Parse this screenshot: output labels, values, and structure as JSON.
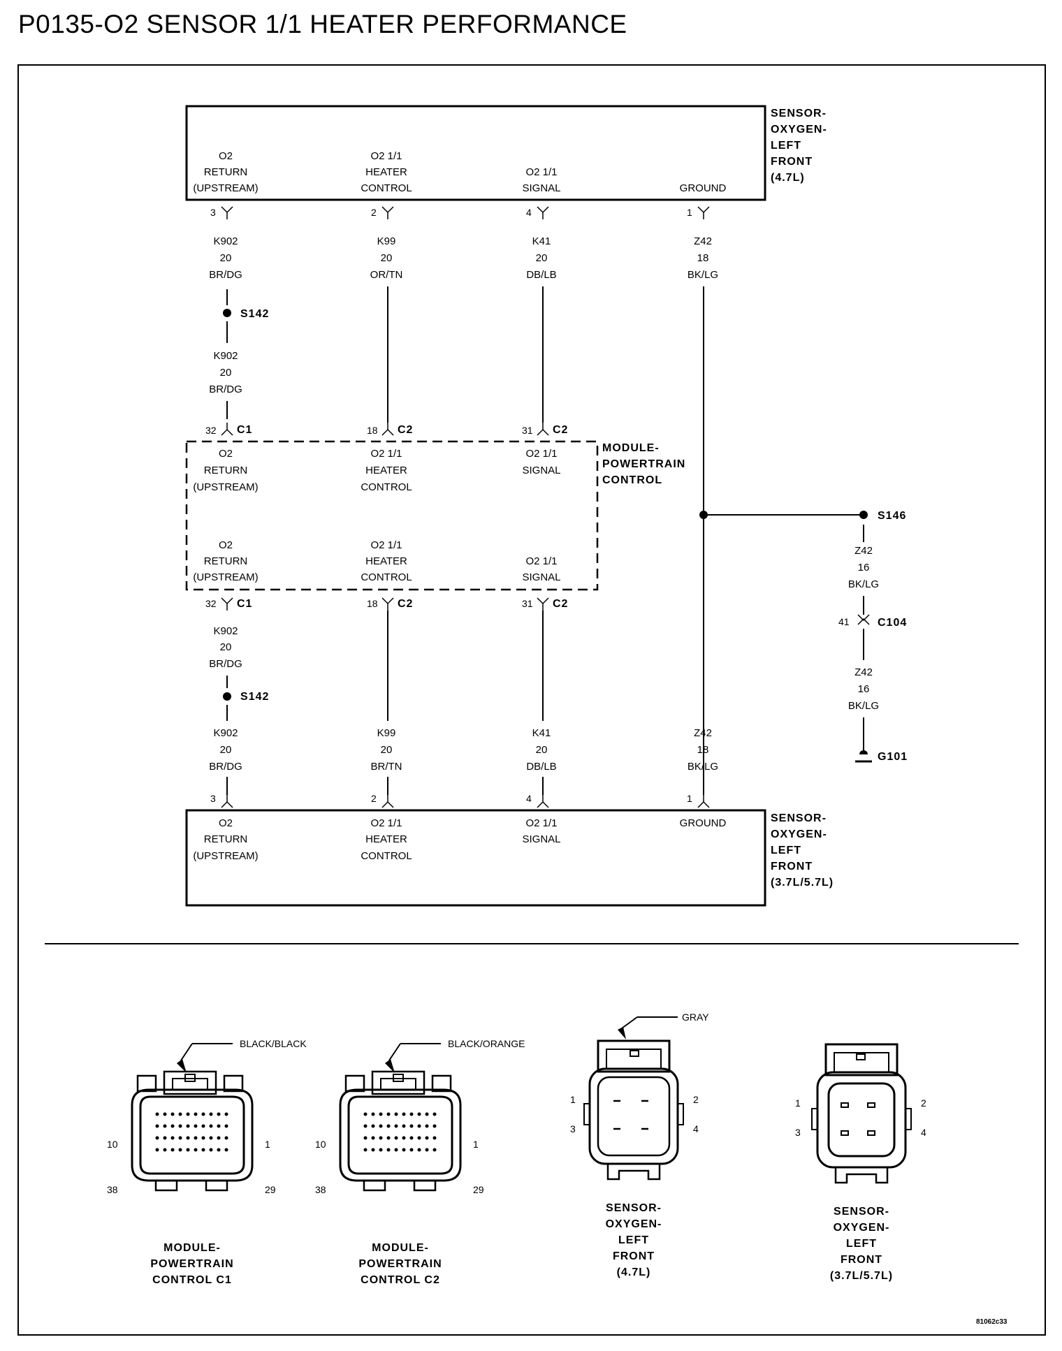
{
  "title": "P0135-O2 SENSOR 1/1 HEATER PERFORMANCE",
  "components": {
    "sensor_47": {
      "name_lines": [
        "SENSOR-",
        "OXYGEN-",
        "LEFT",
        "FRONT",
        "(4.7L)"
      ]
    },
    "pcm": {
      "name_lines": [
        "MODULE-",
        "POWERTRAIN",
        "CONTROL"
      ]
    },
    "sensor_3757": {
      "name_lines": [
        "SENSOR-",
        "OXYGEN-",
        "LEFT",
        "FRONT",
        "(3.7L/5.7L)"
      ]
    }
  },
  "pin_labels": {
    "return": [
      "O2",
      "RETURN",
      "(UPSTREAM)"
    ],
    "heater": [
      "O2 1/1",
      "HEATER",
      "CONTROL"
    ],
    "signal": [
      "O2 1/1",
      "SIGNAL"
    ],
    "ground": [
      "GROUND"
    ]
  },
  "wires": {
    "k902": [
      "K902",
      "20",
      "BR/DG"
    ],
    "k99_top": [
      "K99",
      "20",
      "OR/TN"
    ],
    "k99_bottom": [
      "K99",
      "20",
      "BR/TN"
    ],
    "k41": [
      "K41",
      "20",
      "DB/LB"
    ],
    "z42_18": [
      "Z42",
      "18",
      "BK/LG"
    ],
    "z42_16": [
      "Z42",
      "16",
      "BK/LG"
    ]
  },
  "pins": {
    "s47_return": "3",
    "s47_heater": "2",
    "s47_signal": "4",
    "s47_ground": "1",
    "pcm_return": "32",
    "pcm_heater": "18",
    "pcm_signal": "31",
    "c104": "41",
    "s37_return": "3",
    "s37_heater": "2",
    "s37_signal": "4",
    "s37_ground": "1"
  },
  "connectors": {
    "c1": "C1",
    "c2": "C2",
    "c104": "C104"
  },
  "splices": {
    "s142": "S142",
    "s146": "S146"
  },
  "ground": "G101",
  "connector_views": {
    "pcm_c1": {
      "color": "BLACK/BLACK",
      "pin_tl": "10",
      "pin_tr": "1",
      "pin_bl": "38",
      "pin_br": "29",
      "caption": [
        "MODULE-",
        "POWERTRAIN",
        "CONTROL C1"
      ]
    },
    "pcm_c2": {
      "color": "BLACK/ORANGE",
      "pin_tl": "10",
      "pin_tr": "1",
      "pin_bl": "38",
      "pin_br": "29",
      "caption": [
        "MODULE-",
        "POWERTRAIN",
        "CONTROL C2"
      ]
    },
    "o2_47": {
      "color": "GRAY",
      "pins": [
        "1",
        "2",
        "3",
        "4"
      ],
      "caption": [
        "SENSOR-",
        "OXYGEN-",
        "LEFT",
        "FRONT",
        "(4.7L)"
      ]
    },
    "o2_3757": {
      "pins": [
        "1",
        "2",
        "3",
        "4"
      ],
      "caption": [
        "SENSOR-",
        "OXYGEN-",
        "LEFT",
        "FRONT",
        "(3.7L/5.7L)"
      ]
    }
  },
  "figure_code": "81062c33"
}
